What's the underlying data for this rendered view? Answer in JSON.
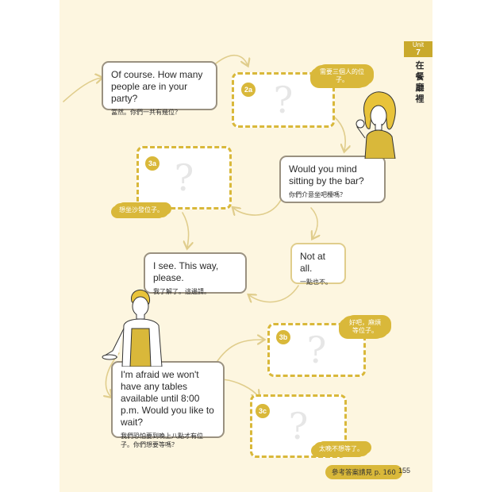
{
  "unit": {
    "label": "Unit",
    "number": "7",
    "title": "在餐廳裡"
  },
  "dialog": {
    "q1": {
      "en": "Of course. How many people are in your party?",
      "zh": "當然。你們一共有幾位？"
    },
    "q2": {
      "en": "Would you mind sitting by the bar?",
      "zh": "你們介意坐吧檯嗎？"
    },
    "q3": {
      "en": "Not at all.",
      "zh": "一點也不。"
    },
    "q4": {
      "en": "I see. This way, please.",
      "zh": "我了解了。這邊請。"
    },
    "q5": {
      "en": "I'm afraid we won't have any tables available until 8:00 p.m. Would you like to wait?",
      "zh": "我們恐怕要到晚上八點才有位子。你們想要等嗎？"
    }
  },
  "blanks": [
    {
      "id": "2a",
      "hint": "需要三個人的位子。",
      "mark": "?"
    },
    {
      "id": "3a",
      "hint": "想坐沙發位子。",
      "mark": "?"
    },
    {
      "id": "3b",
      "hint": "好吧，麻煩等位子。",
      "mark": "?"
    },
    {
      "id": "3c",
      "hint": "太晚不想等了。",
      "mark": "?"
    }
  ],
  "footer": {
    "answer_ref": "參考答案請見 p. 160",
    "page_number": "155"
  },
  "colors": {
    "accent": "#d9b83a",
    "box_border": "#9a9180",
    "page_bg": "#fdf6e0"
  }
}
